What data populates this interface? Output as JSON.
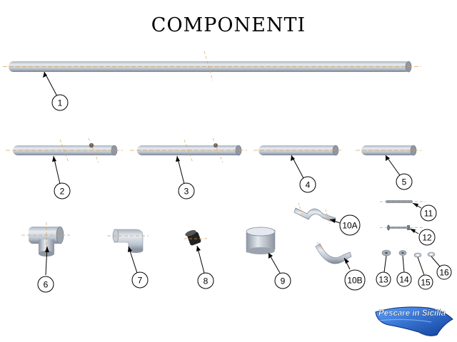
{
  "title": "COMPONENTI",
  "labels": {
    "l1": "1",
    "l2": "2",
    "l3": "3",
    "l4": "4",
    "l5": "5",
    "l6": "6",
    "l7": "7",
    "l8": "8",
    "l9": "9",
    "l10a": "10A",
    "l10b": "10B",
    "l11": "11",
    "l12": "12",
    "l13": "13",
    "l14": "14",
    "l15": "15",
    "l16": "16"
  },
  "logo": {
    "text": "Pescare in Sicilia"
  },
  "colors": {
    "metal_light": "#e2e7ee",
    "metal_mid": "#b3bbc6",
    "metal_dark": "#7f8895",
    "centerline": "#d9a35a",
    "logo_blue": "#1d5fc0"
  }
}
